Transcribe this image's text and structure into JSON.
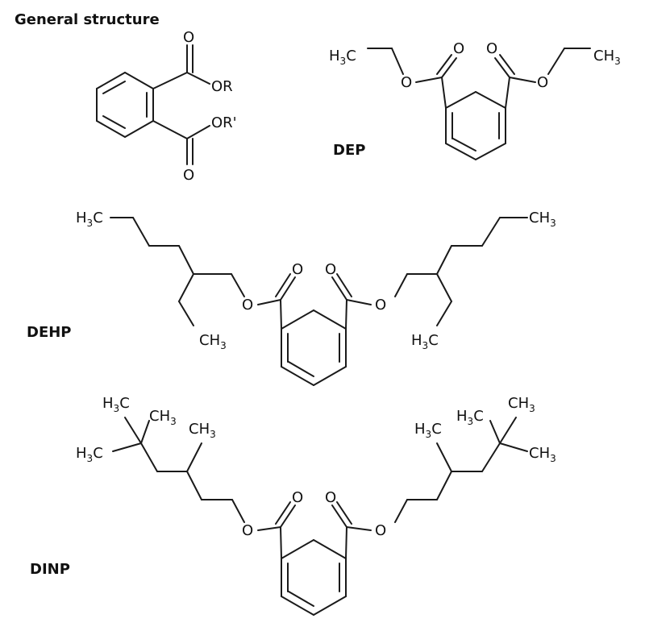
{
  "title": "General structure",
  "general": {
    "substituent_r": "OR",
    "substituent_r_prime": "OR'"
  },
  "atoms": {
    "oxygen": "O",
    "carbon": "C",
    "hydrogen": "H",
    "sub3": "3"
  },
  "compounds": {
    "dep": {
      "label": "DEP"
    },
    "dehp": {
      "label": "DEHP"
    },
    "dinp": {
      "label": "DINP"
    }
  },
  "colors": {
    "ink": "#111111",
    "background": "#ffffff"
  }
}
